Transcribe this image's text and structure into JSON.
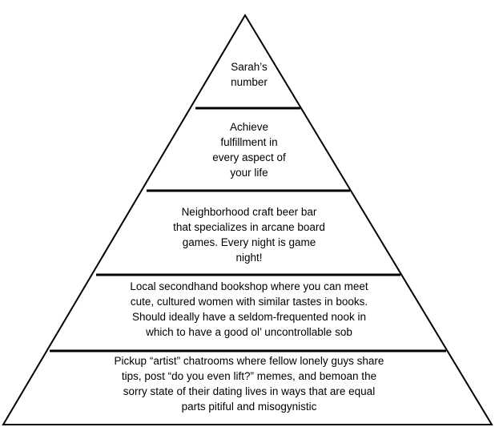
{
  "colors": {
    "outline": "#000000",
    "fill": "#ffffff",
    "text": "#000000"
  },
  "tiers": [
    {
      "lines": [
        "Sarah’s",
        "number"
      ]
    },
    {
      "lines": [
        "Achieve",
        "fulfillment in",
        "every aspect of",
        "your life"
      ]
    },
    {
      "lines": [
        "Neighborhood  craft beer bar",
        "that specializes in arcane board",
        "games. Every night is game",
        "night!"
      ]
    },
    {
      "lines": [
        "Local secondhand bookshop  where you can meet",
        "cute, cultured women with similar tastes in books.",
        "Should ideally have a seldom-frequented nook  in",
        "which to have a good ol’ uncontrollable sob"
      ]
    },
    {
      "lines": [
        "Pickup “artist” chatrooms where fellow lonely guys share",
        "tips, post “do you even lift?” memes, and bemoan  the",
        "sorry state of their dating lives in ways that are equal",
        "parts pitiful and misogynistic"
      ]
    }
  ]
}
